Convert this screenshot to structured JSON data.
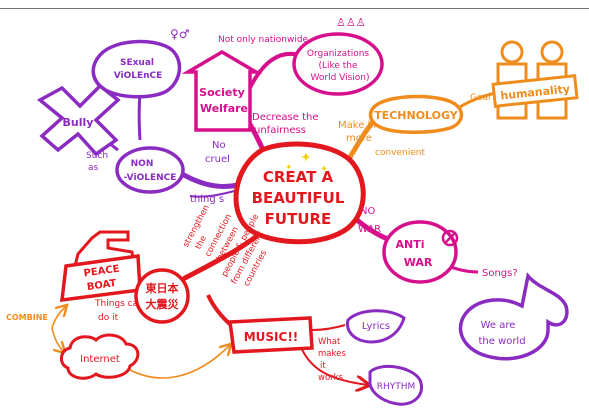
{
  "center": [
    "CREAT A",
    "BEAUTIFUL",
    "FUTURE"
  ],
  "sexual_violence": [
    "SExual",
    "ViOLEnCE"
  ],
  "bully": "Bully",
  "such_as": [
    "Such",
    "as"
  ],
  "non_violence": [
    "NON",
    "-ViOLENCE"
  ],
  "no_cruel": [
    "No",
    "cruel"
  ],
  "things": "thing s",
  "society_welfare": [
    "Society",
    "Welfare"
  ],
  "not_only": "Not only nationwide",
  "organizations": [
    "Organizations",
    "(Like the",
    "World Vision)"
  ],
  "decrease": [
    "Decrease the",
    "unfairness"
  ],
  "make_life": [
    "Make life",
    "more"
  ],
  "convenient": "convenient",
  "technology": "TECHNOLOGY",
  "goal": "Goal",
  "humanality": "humanality",
  "no_war": [
    "NO",
    "WAR"
  ],
  "anti_war": [
    "ANTi",
    "WAR"
  ],
  "songs": "Songs?",
  "we_are": [
    "We are",
    "the world"
  ],
  "peace_boat": [
    "PEACE",
    "BOAT"
  ],
  "things_can_do": [
    "Things can",
    "do it"
  ],
  "combine": "COMBINE",
  "internet": "Internet",
  "earthquake": [
    "東日本",
    "大震災"
  ],
  "strengthen": [
    "strengthen",
    "the",
    "connection",
    "between",
    "people & people",
    "from different",
    "countries"
  ],
  "music": "MUSIC!!",
  "what_makes": [
    "What",
    "makes",
    "it",
    "works"
  ],
  "lyrics": "Lyrics",
  "rhythm": "RHYTHM",
  "colors": {
    "red": "#e3181f",
    "purple": "#8a2bc2",
    "magenta": "#d6108c",
    "orange": "#f08c1c",
    "yellow": "#f2d51a"
  }
}
